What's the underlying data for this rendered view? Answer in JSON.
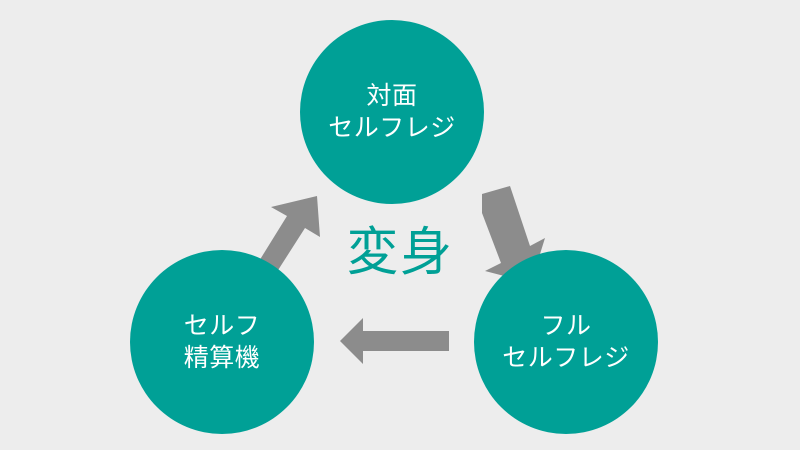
{
  "diagram": {
    "title_text": "変身",
    "background_color": "#ededed",
    "node_color": "#00a096",
    "node_text_color": "#ffffff",
    "arrow_color": "#8c8c8c",
    "center_text_color": "#00a096",
    "nodes": [
      {
        "id": "taimen-self-reji",
        "position": "top",
        "line1": "対面",
        "line2": "セルフレジ"
      },
      {
        "id": "full-self-reji",
        "position": "right",
        "line1": "フル",
        "line2": "セルフレジ"
      },
      {
        "id": "self-seisanki",
        "position": "left",
        "line1": "セルフ",
        "line2": "精算機"
      }
    ],
    "arrows": [
      {
        "id": "arrow-top-to-right",
        "from": "taimen-self-reji",
        "to": "full-self-reji",
        "direction": "down-right"
      },
      {
        "id": "arrow-right-to-left",
        "from": "full-self-reji",
        "to": "self-seisanki",
        "direction": "left"
      },
      {
        "id": "arrow-left-to-top",
        "from": "self-seisanki",
        "to": "taimen-self-reji",
        "direction": "up-right"
      }
    ]
  }
}
